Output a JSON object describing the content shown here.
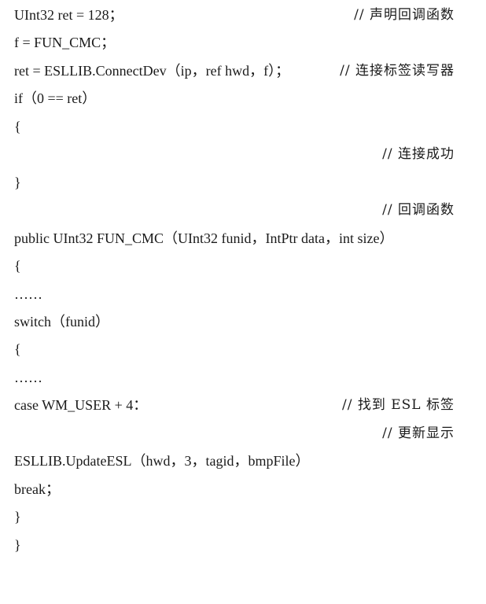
{
  "lines": [
    {
      "code": "UInt32 ret = 128；",
      "comment": "// 声明回调函数"
    },
    {
      "code": "f = FUN_CMC；",
      "comment": ""
    },
    {
      "code": "ret = ESLLIB.ConnectDev（ip，ref hwd，f）；",
      "comment": "// 连接标签读写器"
    },
    {
      "code": "if（0 == ret）",
      "comment": ""
    },
    {
      "code": "{",
      "comment": ""
    },
    {
      "code": "",
      "comment": "// 连接成功"
    },
    {
      "code": "}",
      "comment": ""
    },
    {
      "code": "",
      "comment": "// 回调函数"
    },
    {
      "code": "public UInt32 FUN_CMC（UInt32 funid，IntPtr data，int size）",
      "comment": ""
    },
    {
      "code": "{",
      "comment": ""
    },
    {
      "code": "……",
      "comment": ""
    },
    {
      "code": "switch（funid）",
      "comment": ""
    },
    {
      "code": "{",
      "comment": ""
    },
    {
      "code": "……",
      "comment": ""
    },
    {
      "code": "case WM_USER + 4：",
      "comment": "// 找到 ESL 标签"
    },
    {
      "code": "",
      "comment": "// 更新显示"
    },
    {
      "code": "ESLLIB.UpdateESL（hwd，3，tagid，bmpFile）",
      "comment": ""
    },
    {
      "code": "break；",
      "comment": ""
    },
    {
      "code": "}",
      "comment": ""
    },
    {
      "code": "}",
      "comment": ""
    }
  ]
}
